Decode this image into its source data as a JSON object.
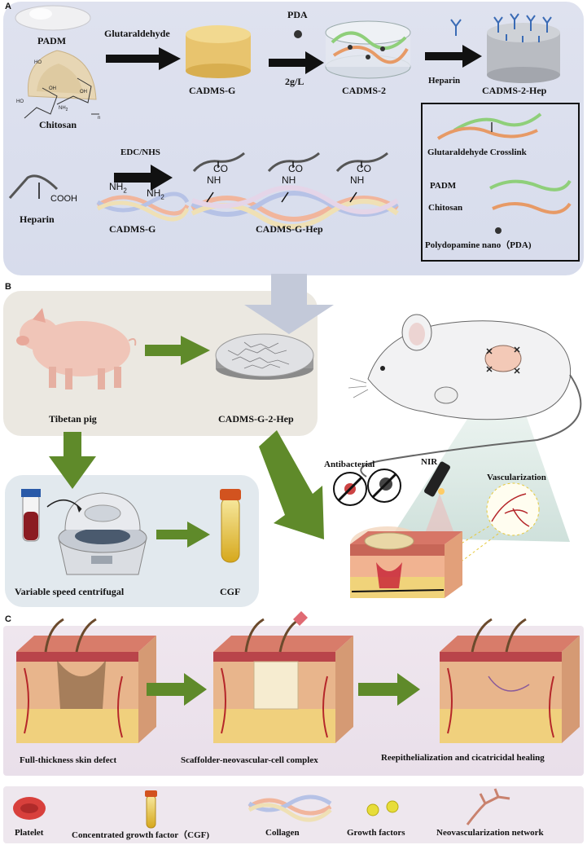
{
  "panels": {
    "a": "A",
    "b": "B",
    "c": "C"
  },
  "section_a": {
    "padm": "PADM",
    "chitosan": "Chitosan",
    "glutaraldehyde": "Glutaraldehyde",
    "cadms_g": "CADMS-G",
    "pda": "PDA",
    "pda_conc": "2g/L",
    "cadms_2": "CADMS-2",
    "heparin_top": "Heparin",
    "cadms_2_hep": "CADMS-2-Hep",
    "legend": {
      "crosslink": "Glutaraldehyde Crosslink",
      "padm": "PADM",
      "chitosan": "Chitosan",
      "pda": "Polydopamine nano（PDA)"
    },
    "edc_nhs": "EDC/NHS",
    "cooh": "COOH",
    "heparin_bottom": "Heparin",
    "nh2_a": "NH",
    "nh2_b": "NH",
    "nh2_sub": "2",
    "cadms_g_bottom": "CADMS-G",
    "co": "CO",
    "nh": "NH",
    "cadms_g_hep": "CADMS-G-Hep",
    "chitosan_chem": {
      "ho": "HO",
      "oh1": "OH",
      "oh2": "OH",
      "nh2": "NH",
      "ho2": "HO",
      "n": "n"
    }
  },
  "section_b": {
    "tibetan_pig": "Tibetan pig",
    "cadms_g_2_hep": "CADMS-G-2-Hep",
    "centrifugal": "Variable speed centrifugal",
    "cgf": "CGF",
    "nir": "NIR",
    "antibacterial": "Antibacterial",
    "vascularization": "Vascularization"
  },
  "section_c": {
    "stage1": "Full-thickness skin defect",
    "stage2": "Scaffolder-neovascular-cell complex",
    "stage3": "Reepithelialization and cicatricidal healing"
  },
  "legend_bottom": {
    "platelet": "Platelet",
    "cgf": "Concentrated growth factor（CGF)",
    "collagen": "Collagen",
    "growth_factors": "Growth factors",
    "neovascularization": "Neovascularization network"
  },
  "colors": {
    "panel_a_bg": "#dfe3f0",
    "panel_b_pig_bg": "#ebe8e2",
    "panel_b_centri_bg": "#e4ebef",
    "panel_c_bg": "#ece3ec",
    "green_arrow": "#5f8a2a",
    "padm_green": "#8fcf7a",
    "chitosan_orange": "#e79a66"
  }
}
